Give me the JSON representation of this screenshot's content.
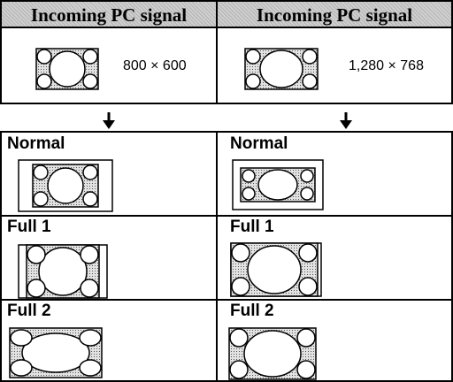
{
  "header": {
    "left_title": "Incoming PC signal",
    "right_title": "Incoming PC signal"
  },
  "signals": [
    {
      "resolution": "800 × 600",
      "icon": "aspect-4-3-icon"
    },
    {
      "resolution": "1,280 × 768",
      "icon": "aspect-wide-icon"
    }
  ],
  "modes": {
    "left": [
      {
        "label": "Normal",
        "icon": "normal-4-3-screen-icon"
      },
      {
        "label": "Full 1",
        "icon": "full1-4-3-screen-icon"
      },
      {
        "label": "Full 2",
        "icon": "full2-4-3-screen-icon"
      }
    ],
    "right": [
      {
        "label": "Normal",
        "icon": "normal-wide-screen-icon"
      },
      {
        "label": "Full 1",
        "icon": "full1-wide-screen-icon"
      },
      {
        "label": "Full 2",
        "icon": "full2-wide-screen-icon"
      }
    ]
  },
  "arrow_symbol": "down-arrow-icon",
  "colors": {
    "header_bg": "#cfcfcf",
    "pattern_fill": "#d4d4d4",
    "line": "#000000"
  }
}
